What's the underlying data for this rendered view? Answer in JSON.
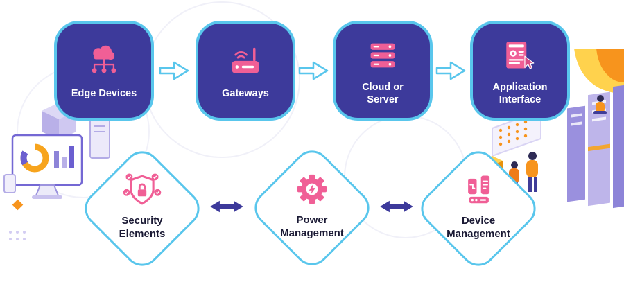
{
  "flow": {
    "connector": "right-arrow",
    "nodes": [
      {
        "label": "Edge Devices",
        "icon": "edge-devices-cloud-network-icon"
      },
      {
        "label": "Gateways",
        "icon": "gateway-router-icon"
      },
      {
        "label": "Cloud or\nServer",
        "icon": "cloud-server-icon"
      },
      {
        "label": "Application\nInterface",
        "icon": "application-interface-icon"
      }
    ]
  },
  "management": {
    "connector": "double-arrow",
    "nodes": [
      {
        "label": "Security\nElements",
        "icon": "security-shield-lock-icon"
      },
      {
        "label": "Power\nManagement",
        "icon": "power-gear-bolt-icon"
      },
      {
        "label": "Device\nManagement",
        "icon": "device-management-icon"
      }
    ]
  },
  "colors": {
    "node_fill": "#3d3a9b",
    "node_border": "#59c6ec",
    "accent_pink": "#f05f96",
    "arrow_indigo": "#3d3a9b",
    "label_light": "#ffffff",
    "label_dark": "#1a1934",
    "decor_orange": "#f7941d",
    "decor_yellow": "#ffd24d",
    "decor_lavender": "#b9b0e8"
  }
}
